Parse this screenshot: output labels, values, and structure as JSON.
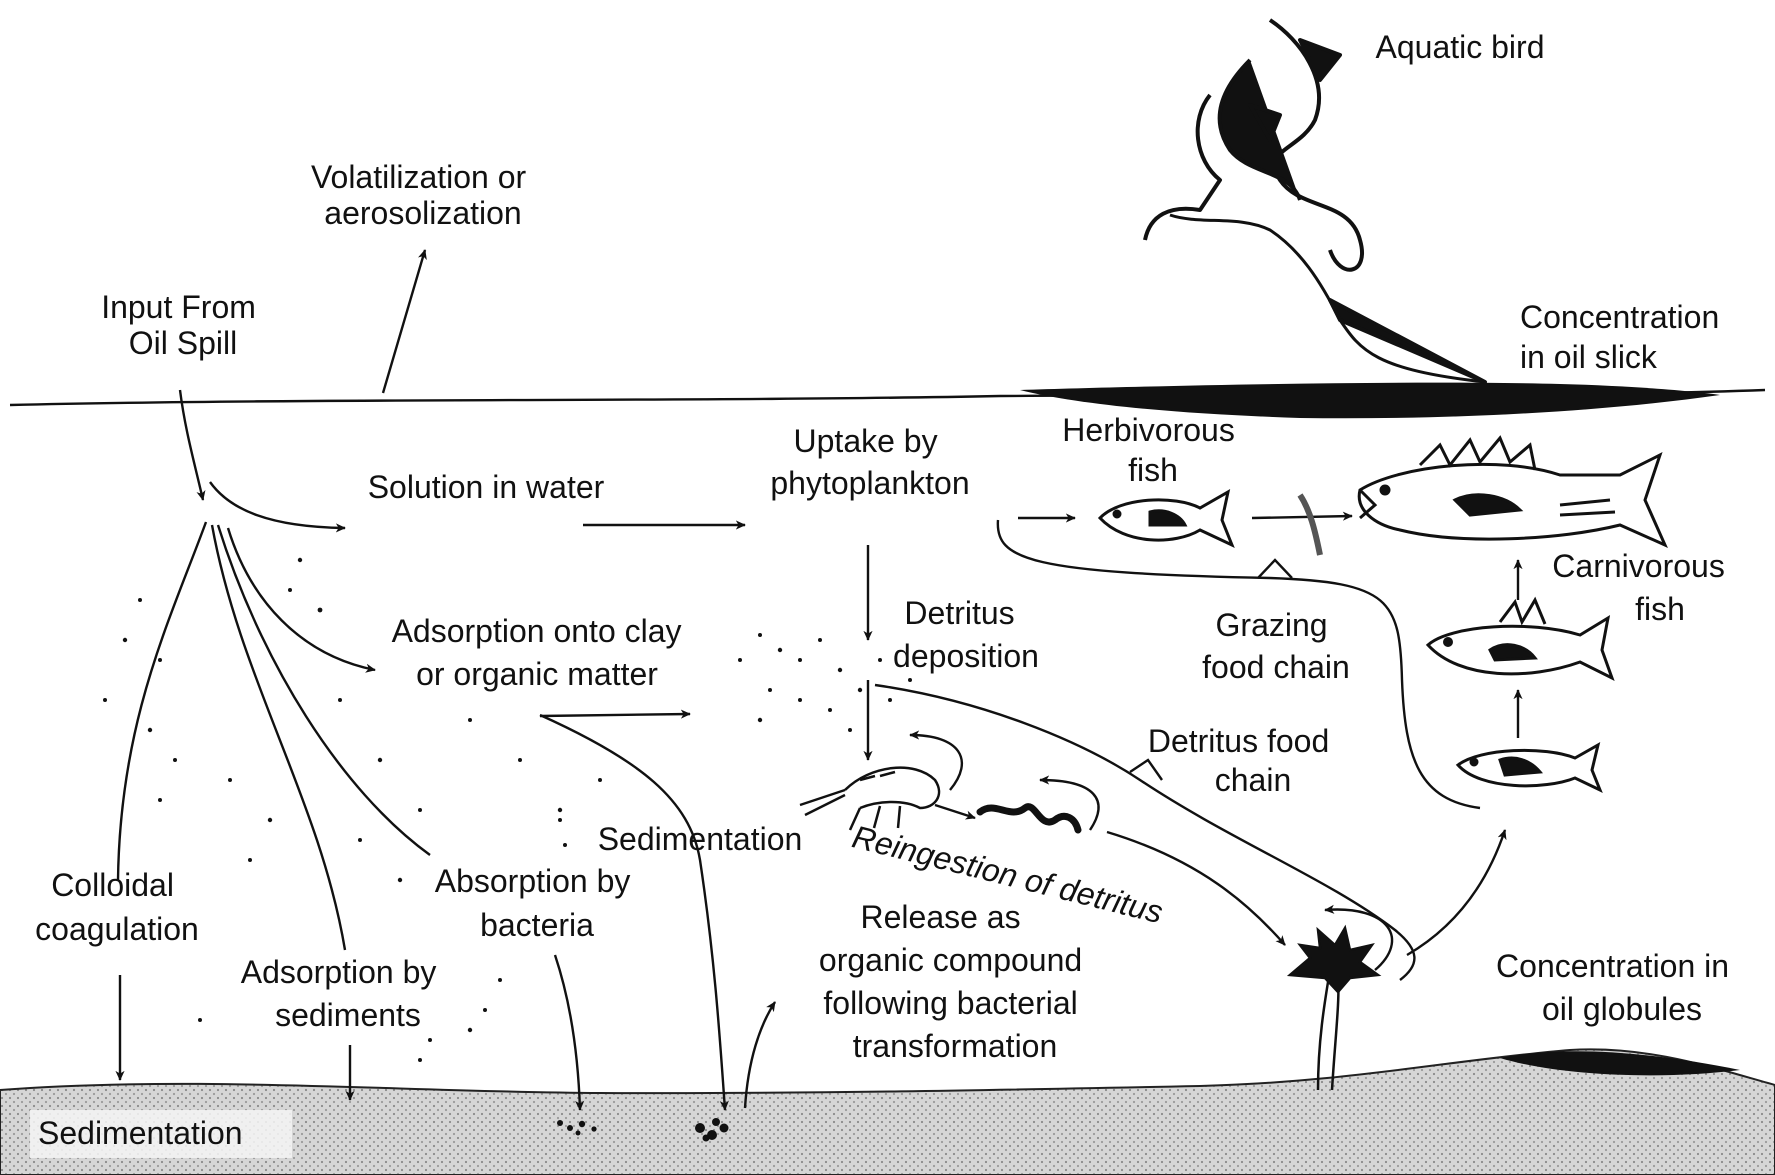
{
  "labels": {
    "aquatic_bird": "Aquatic bird",
    "volatilization": [
      "Volatilization or",
      "aerosolization"
    ],
    "input": [
      "Input From",
      "Oil Spill"
    ],
    "oil_slick": [
      "Concentration",
      "in oil slick"
    ],
    "uptake": [
      "Uptake by",
      "phytoplankton"
    ],
    "herbivorous": [
      "Herbivorous",
      "fish"
    ],
    "solution": "Solution in water",
    "carnivorous": [
      "Carnivorous",
      "fish"
    ],
    "detritus_dep": [
      "Detritus",
      "deposition"
    ],
    "adsorption_clay": [
      "Adsorption onto clay",
      "or organic matter"
    ],
    "grazing": [
      "Grazing",
      "food chain"
    ],
    "detritus_chain": [
      "Detritus food",
      "chain"
    ],
    "sedimentation_mid": "Sedimentation",
    "colloidal": [
      "Colloidal",
      "coagulation"
    ],
    "absorption_bacteria": [
      "Absorption by",
      "bacteria"
    ],
    "reingestion": "Reingestion of detritus",
    "release": [
      "Release as",
      "organic compound",
      "following bacterial",
      "transformation"
    ],
    "adsorption_sed": [
      "Adsorption by",
      "sediments"
    ],
    "oil_globules": [
      "Concentration in",
      "oil globules"
    ],
    "sedimentation_bottom": "Sedimentation"
  },
  "icons": [
    "aquatic-bird-icon",
    "herbivorous-fish-icon",
    "large-carnivorous-fish-icon",
    "carnivorous-fish-icon",
    "small-fish-icon",
    "shrimp-icon",
    "worm-icon",
    "aquatic-plant-icon"
  ],
  "colors": {
    "ink": "#111111",
    "sediment": "#c9c9c9",
    "background": "#ffffff"
  }
}
